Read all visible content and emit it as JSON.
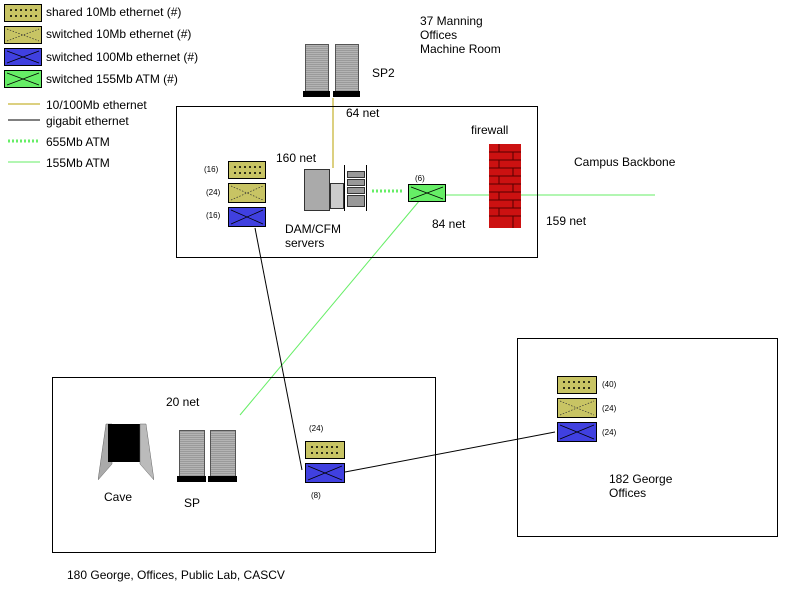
{
  "legend": {
    "items": [
      {
        "label": "shared 10Mb ethernet (#)",
        "kind": "shared"
      },
      {
        "label": "switched 10Mb ethernet (#)",
        "kind": "s10"
      },
      {
        "label": "switched 100Mb ethernet (#)",
        "kind": "s100"
      },
      {
        "label": "switched 155Mb ATM (#)",
        "kind": "atm"
      }
    ],
    "lines": [
      {
        "label": "10/100Mb ethernet",
        "color": "#b8a000",
        "style": "solid"
      },
      {
        "label": "gigabit ethernet",
        "color": "#000000",
        "style": "solid"
      },
      {
        "label": "655Mb ATM",
        "color": "#66ee66",
        "style": "dotted"
      },
      {
        "label": "155Mb ATM",
        "color": "#66ee66",
        "style": "solid"
      }
    ]
  },
  "colors": {
    "shared": "#c8c464",
    "s10": "#c8c464",
    "s100": "#4040e0",
    "atm": "#66ee66",
    "firewall": "#cc1111"
  },
  "machine_room": {
    "title": "37 Manning\nOffices\nMachine Room",
    "sp2": "SP2",
    "net64": "64 net",
    "net160": "160 net",
    "servers": "DAM/CFM\nservers",
    "firewall": "firewall",
    "net84": "84 net",
    "net159": "159 net",
    "backbone": "Campus Backbone",
    "sw_counts": {
      "shared": "(16)",
      "s10": "(24)",
      "s100": "(16)",
      "atm": "(6)"
    }
  },
  "george180": {
    "caption": "180 George, Offices, Public Lab, CASCV",
    "net20": "20 net",
    "cave": "Cave",
    "sp": "SP",
    "sw_counts": {
      "shared": "(24)",
      "s100": "(8)"
    }
  },
  "george182": {
    "caption": "182 George\nOffices",
    "sw_counts": {
      "shared": "(40)",
      "s10": "(24)",
      "s100": "(24)"
    }
  }
}
